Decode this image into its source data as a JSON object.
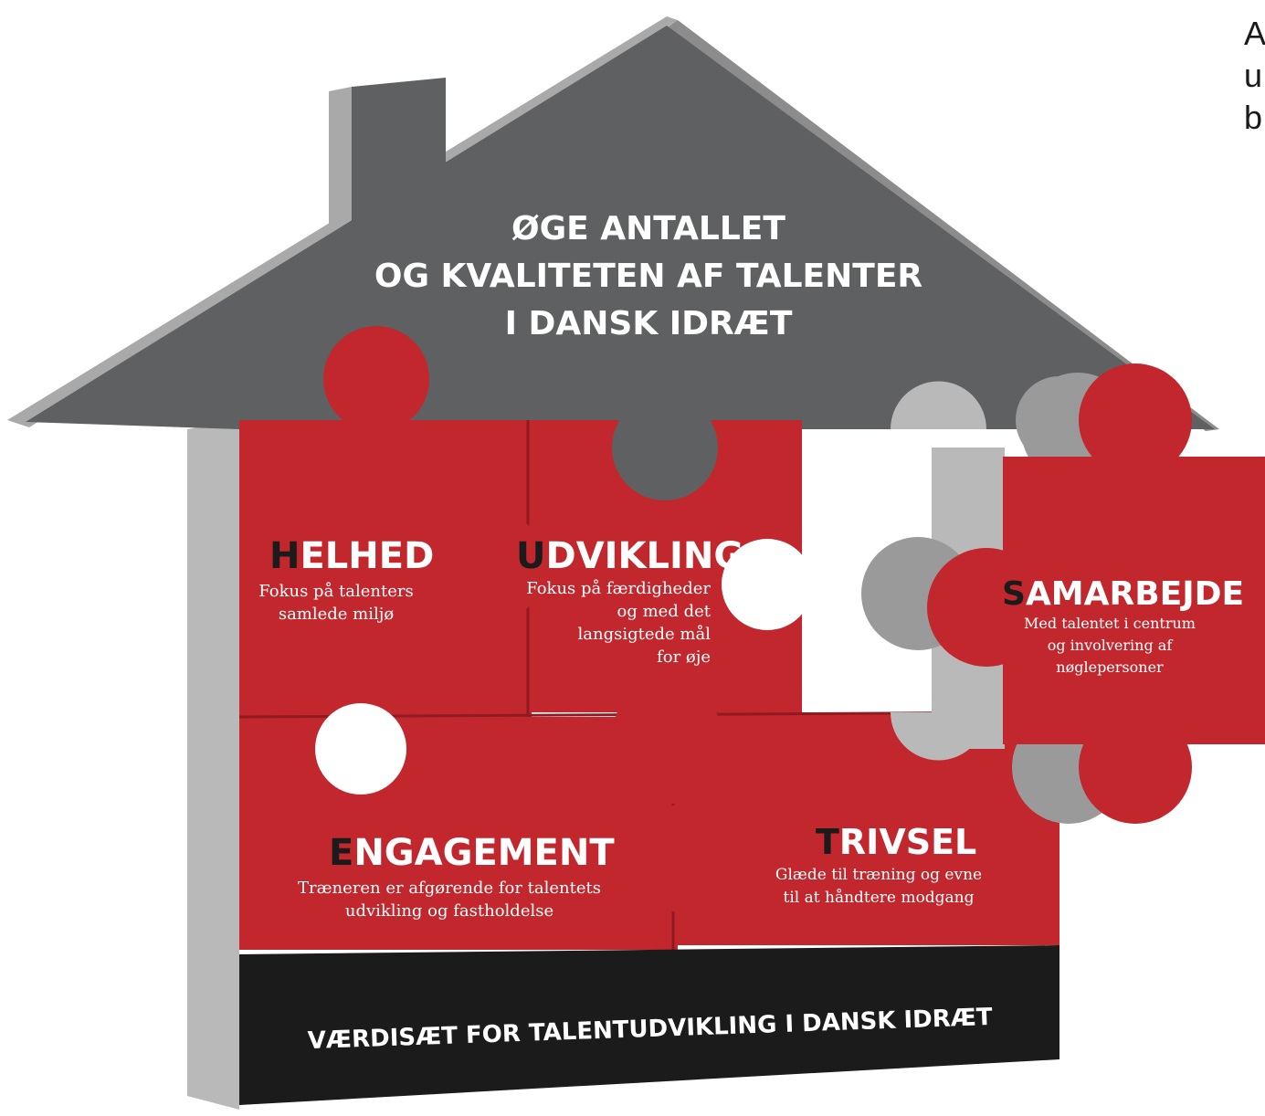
{
  "roof": {
    "line1": "ØGE ANTALLET",
    "line2": "OG KVALITETEN AF TALENTER",
    "line3": "I DANSK IDRÆT"
  },
  "pieces": {
    "helhed": {
      "initial": "H",
      "rest": "ELHED",
      "lines": [
        "Fokus på talenters",
        "samlede miljø"
      ]
    },
    "udvikling": {
      "initial": "U",
      "rest": "DVIKLING",
      "lines": [
        "Fokus på færdigheder",
        "og med det",
        "langsigtede mål",
        "for øje"
      ]
    },
    "samarbejde": {
      "initial": "S",
      "rest": "AMARBEJDE",
      "lines": [
        "Med talentet i centrum",
        "og involvering af",
        "nøglepersoner"
      ]
    },
    "engagement": {
      "initial": "E",
      "rest": "NGAGEMENT",
      "lines": [
        "Træneren er afgørende for talentets",
        "udvikling og fastholdelse"
      ]
    },
    "trivsel": {
      "initial": "T",
      "rest": "RIVSEL",
      "lines": [
        "Glæde til træning og evne",
        "til at håndtere modgang"
      ]
    }
  },
  "base": {
    "label": "VÆRDISÆT FOR TALENTUDVIKLING I DANSK IDRÆT"
  },
  "side_text": {
    "lines": [
      "A",
      "u",
      "b"
    ]
  },
  "colors": {
    "red": "#c1272d",
    "dark_red": "#8e1b20",
    "gray": "#5f6062",
    "light_gray": "#b5b5b5",
    "mid_gray": "#9a9a9a",
    "black": "#1b1b1b",
    "initial": "#1b1b1b"
  }
}
